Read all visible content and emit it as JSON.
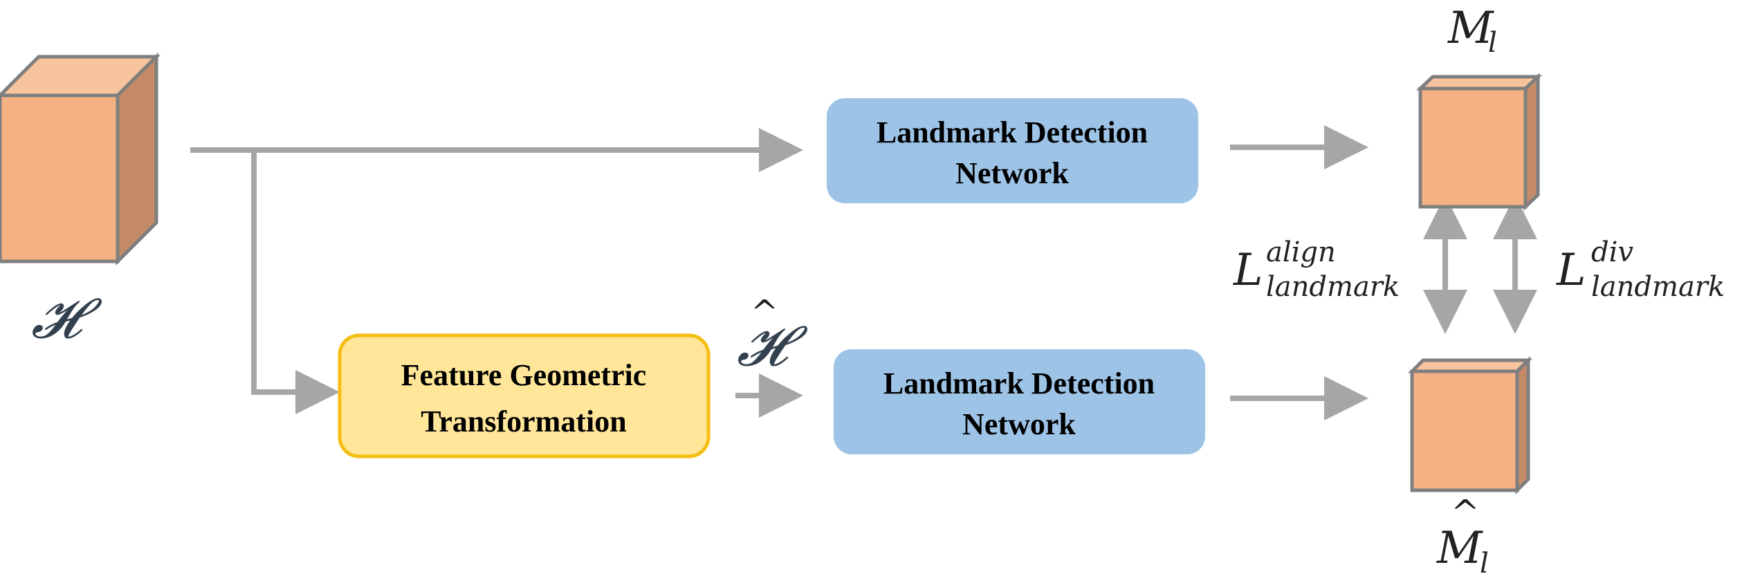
{
  "diagram": {
    "input_tensor_label": "𝓗",
    "transformed_tensor_label": "𝓗",
    "transformed_tensor_hat": "^",
    "transform_box": {
      "line1": "Feature Geometric",
      "line2": "Transformation",
      "fill": "#FFE699",
      "stroke": "#F5BE10"
    },
    "ldn_top": {
      "line1": "Landmark Detection",
      "line2": "Network",
      "fill": "#9DC3E6"
    },
    "ldn_bottom": {
      "line1": "Landmark Detection",
      "line2": "Network",
      "fill": "#9DC3E6"
    },
    "output_top": {
      "main": "M",
      "sub": "l"
    },
    "output_bottom": {
      "main": "M",
      "sub": "l",
      "hat": "^"
    },
    "loss_align": {
      "main": "L",
      "sup": "align",
      "sub": "landmark"
    },
    "loss_div": {
      "main": "L",
      "sup": "div",
      "sub": "landmark"
    },
    "colors": {
      "cube_front": "#F4B183",
      "cube_top": "#F8C49E",
      "cube_side": "#C58B68",
      "cube_edge": "#7F7F7F",
      "arrow": "#A6A6A6"
    }
  }
}
